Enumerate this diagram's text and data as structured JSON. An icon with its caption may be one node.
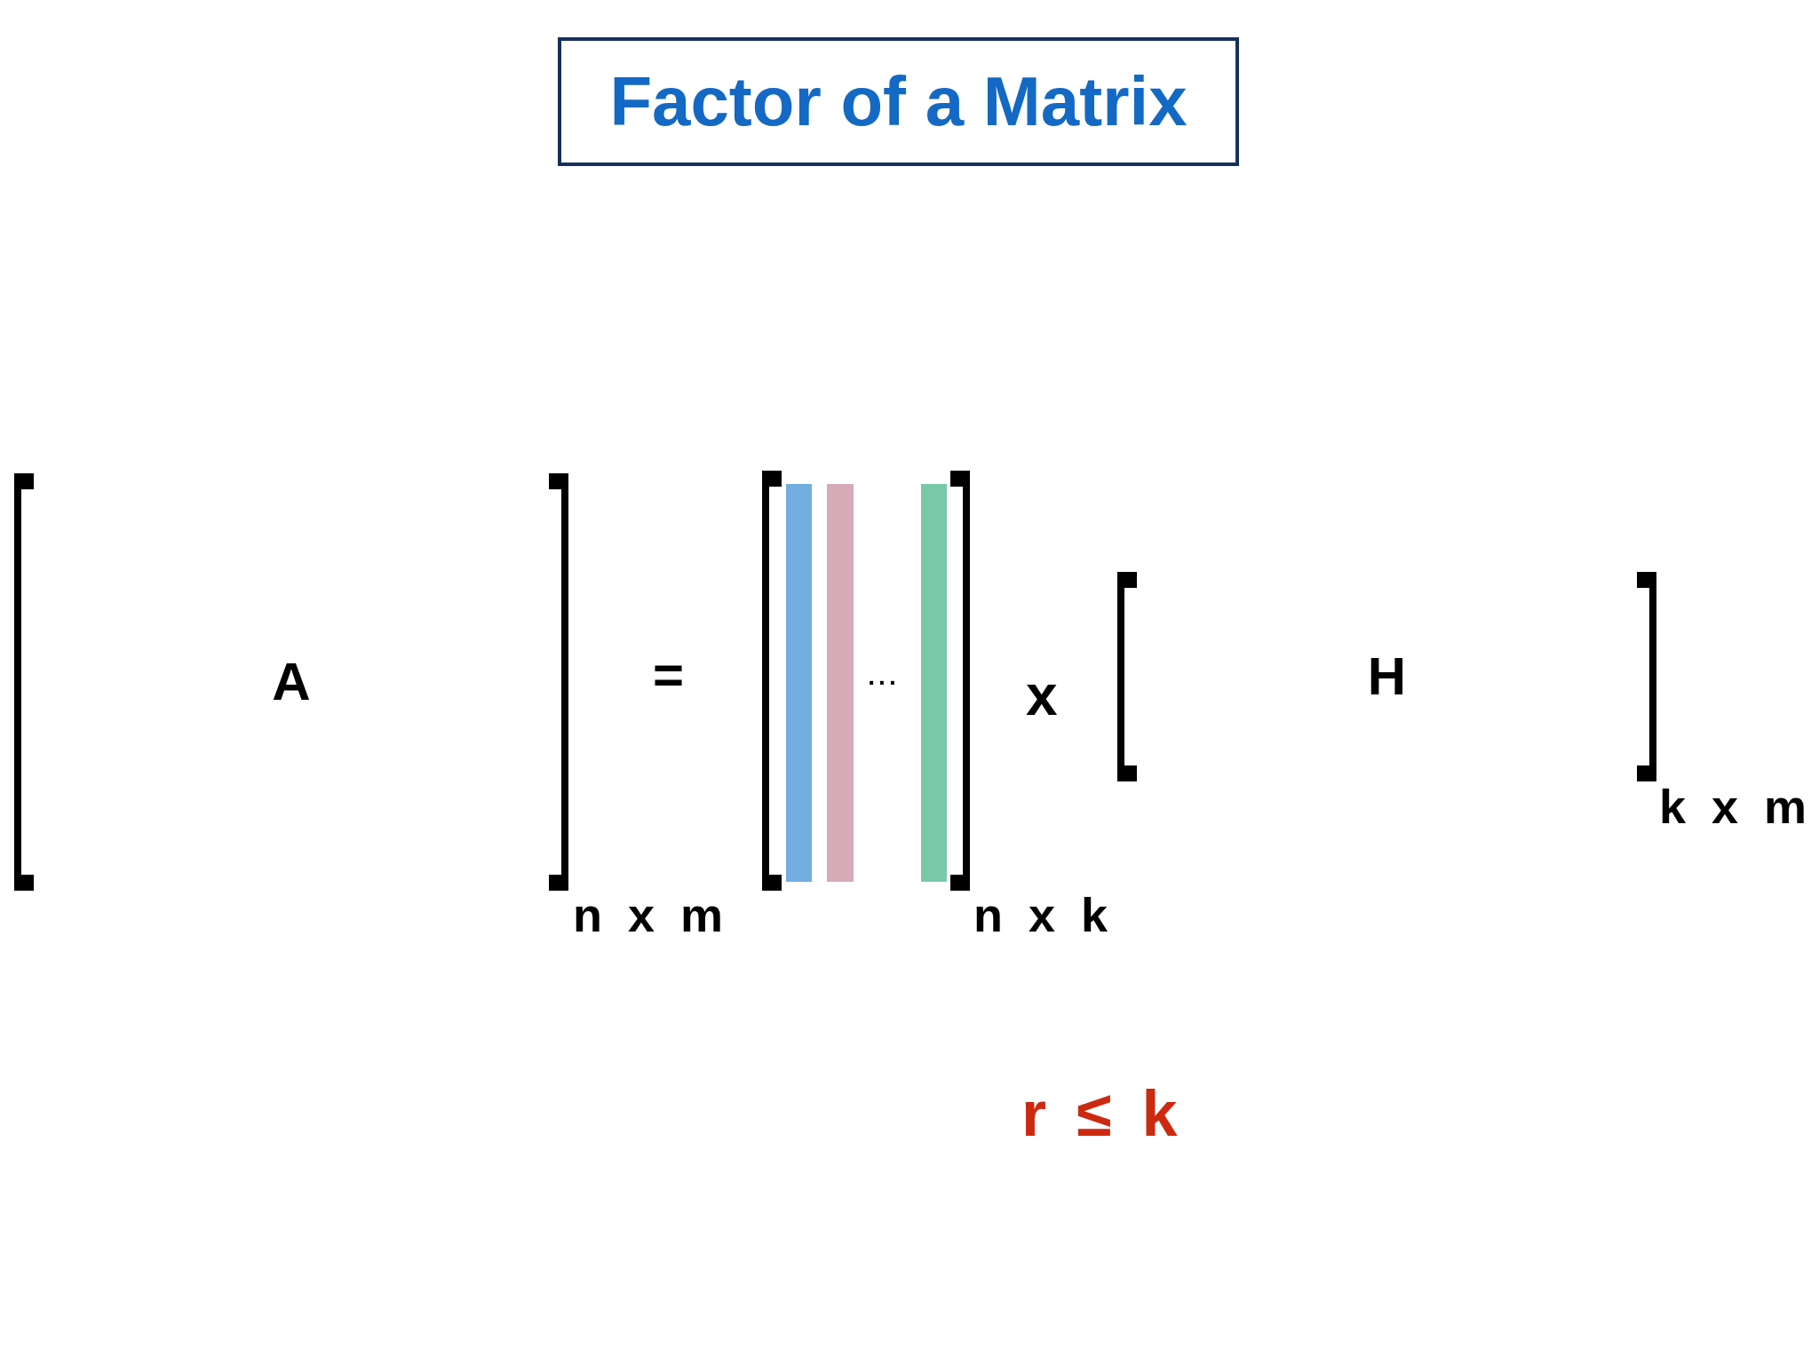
{
  "diagram": {
    "title": "Factor of a Matrix",
    "nodes": [
      {
        "text": [
          "A"
        ],
        "beside": [
          "n x m"
        ]
      },
      {
        "text": [
          "..."
        ],
        "beside": [
          "n x k"
        ]
      },
      {
        "text": [],
        "shape": "bar",
        "in": 1
      },
      {
        "text": [],
        "shape": "bar",
        "in": 1
      },
      {
        "text": [],
        "shape": "bar",
        "in": 1
      },
      {
        "text": [
          "H"
        ],
        "beside": [
          "k x m"
        ]
      }
    ],
    "labels": [
      "=",
      "x",
      "r ≤ k"
    ]
  }
}
